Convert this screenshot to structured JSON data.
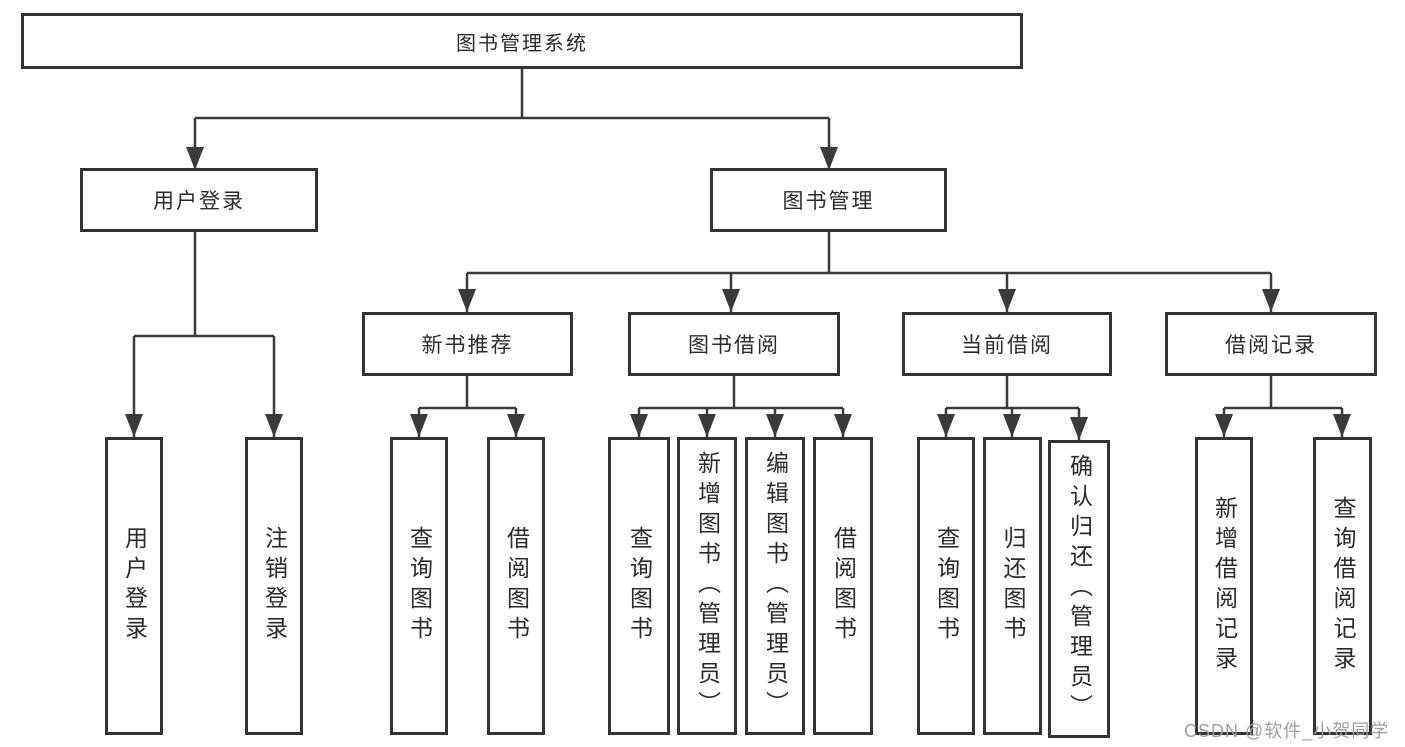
{
  "diagram": {
    "root": {
      "label": "图书管理系统"
    },
    "user_login": {
      "label": "用户登录",
      "children": [
        {
          "label": "用户登录"
        },
        {
          "label": "注销登录"
        }
      ]
    },
    "book_mgmt": {
      "label": "图书管理",
      "sections": [
        {
          "label": "新书推荐",
          "children": [
            {
              "label": "查询图书"
            },
            {
              "label": "借阅图书"
            }
          ]
        },
        {
          "label": "图书借阅",
          "children": [
            {
              "label": "查询图书"
            },
            {
              "label": "新增图书（管理员）"
            },
            {
              "label": "编辑图书（管理员）"
            },
            {
              "label": "借阅图书"
            }
          ]
        },
        {
          "label": "当前借阅",
          "children": [
            {
              "label": "查询图书"
            },
            {
              "label": "归还图书"
            },
            {
              "label": "确认归还（管理员）"
            }
          ]
        },
        {
          "label": "借阅记录",
          "children": [
            {
              "label": "新增借阅记录"
            },
            {
              "label": "查询借阅记录"
            }
          ]
        }
      ]
    }
  },
  "watermark": {
    "text": "CSDN @软件_小贺同学"
  },
  "colors": {
    "line": "#3a3a3a",
    "box_border": "#333333",
    "text": "#2b2b2b",
    "watermark": "#9e9e9e",
    "background": "#ffffff"
  }
}
